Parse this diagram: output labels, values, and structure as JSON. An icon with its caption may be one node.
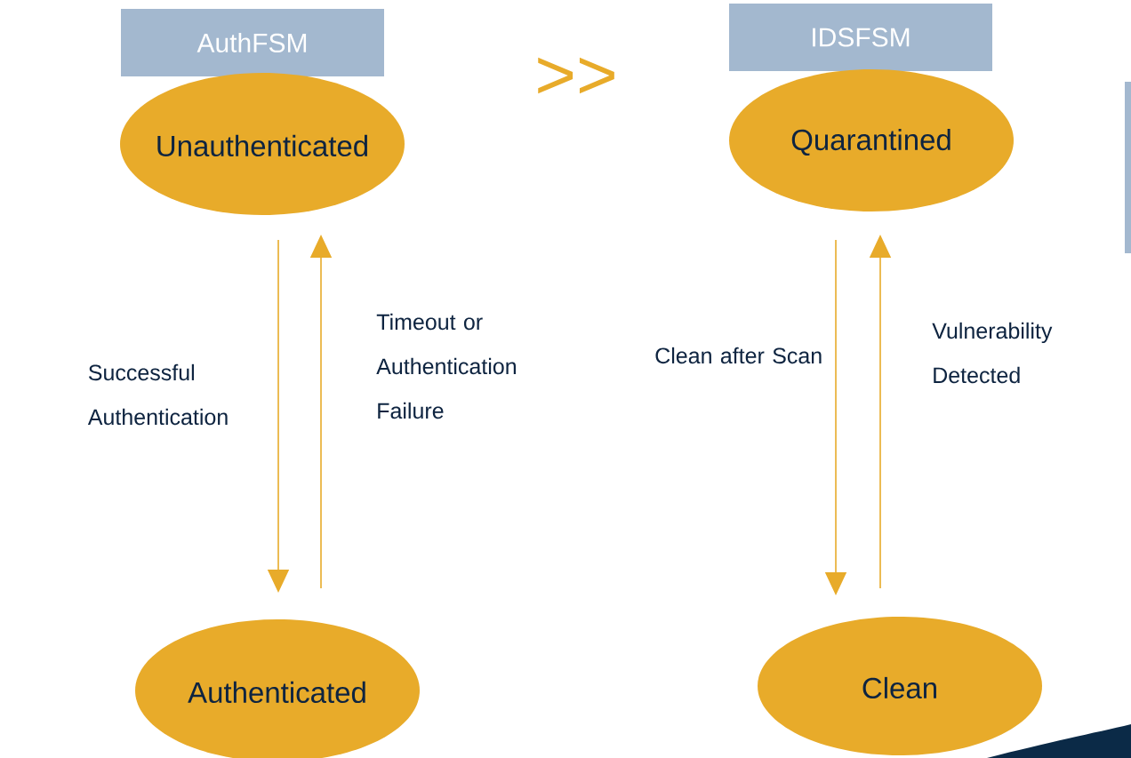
{
  "diagram": {
    "nodes": [
      {
        "text": [
          "AuthFSM"
        ]
      },
      {
        "text": [
          "Unauthenticated"
        ]
      },
      {
        "text": [
          "Authenticated"
        ]
      },
      {
        "text": [
          "IDSFSM"
        ]
      },
      {
        "text": [
          "Quarantined"
        ]
      },
      {
        "text": [
          "Clean"
        ]
      }
    ],
    "edges": [
      {
        "from": 1,
        "to": 2,
        "arrow": "to",
        "label": "Successful Authentication"
      },
      {
        "from": 2,
        "to": 1,
        "arrow": "to",
        "label": "Timeout or Authentication Failure"
      },
      {
        "from": 4,
        "to": 5,
        "arrow": "to",
        "label": "Clean after Scan"
      },
      {
        "from": 5,
        "to": 4,
        "arrow": "to",
        "label": "Vulnerability Detected"
      }
    ],
    "labels": [
      ">>"
    ]
  }
}
